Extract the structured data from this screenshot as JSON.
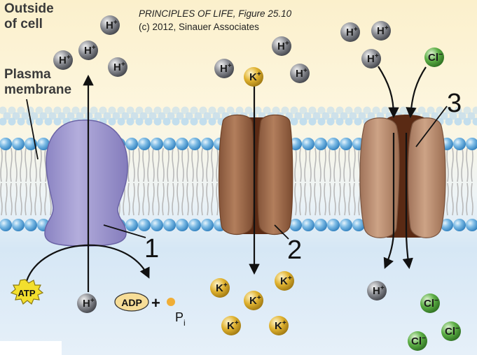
{
  "labels": {
    "outside_line1": "Outside",
    "outside_line2": "of cell",
    "membrane_line1": "Plasma",
    "membrane_line2": "membrane"
  },
  "credit": {
    "line1": "PRINCIPLES OF LIFE, Figure 25.10",
    "line2": "(c) 2012, Sinauer Associates"
  },
  "callouts": {
    "one": "1",
    "two": "2",
    "three": "3"
  },
  "ions": {
    "h_plus": "H+",
    "k_plus": "K+",
    "cl_minus": "Cl-"
  },
  "molecules": {
    "atp": "ATP",
    "adp": "ADP",
    "plus": "+",
    "pi_base": "P",
    "pi_sub": "i"
  },
  "colors": {
    "outside_bg": "#fdf3d2",
    "inside_bg": "#dceaf6",
    "pump": "#9c95cc",
    "k_channel": "#9c6c4d",
    "cl_channel": "#b88a6a",
    "channel_core": "#5e2e18",
    "h_ion": "#707278",
    "k_ion": "#d9a927",
    "cl_ion": "#4f9d3c",
    "head": "#5ea6d8"
  }
}
